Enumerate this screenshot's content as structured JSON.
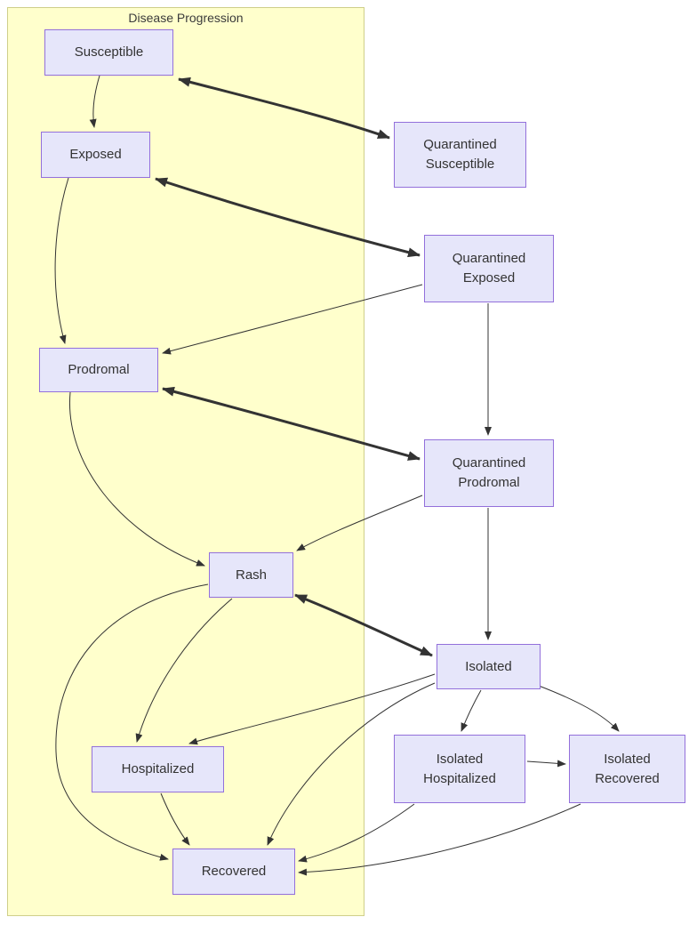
{
  "diagram": {
    "type": "state-transition-diagram",
    "cluster_label": "Disease Progression",
    "nodes": [
      {
        "id": "susceptible",
        "label": "Susceptible"
      },
      {
        "id": "exposed",
        "label": "Exposed"
      },
      {
        "id": "quarantined_susceptible",
        "label": "Quarantined Susceptible"
      },
      {
        "id": "quarantined_exposed",
        "label": "Quarantined Exposed"
      },
      {
        "id": "prodromal",
        "label": "Prodromal"
      },
      {
        "id": "quarantined_prodromal",
        "label": "Quarantined Prodromal"
      },
      {
        "id": "rash",
        "label": "Rash"
      },
      {
        "id": "isolated",
        "label": "Isolated"
      },
      {
        "id": "hospitalized",
        "label": "Hospitalized"
      },
      {
        "id": "isolated_hospitalized",
        "label": "Isolated Hospitalized"
      },
      {
        "id": "isolated_recovered",
        "label": "Isolated Recovered"
      },
      {
        "id": "recovered",
        "label": "Recovered"
      }
    ],
    "edges": [
      {
        "from": "susceptible",
        "to": "exposed",
        "style": "thin",
        "bidirectional": false
      },
      {
        "from": "susceptible",
        "to": "quarantined_susceptible",
        "style": "thick",
        "bidirectional": true
      },
      {
        "from": "exposed",
        "to": "quarantined_exposed",
        "style": "thick",
        "bidirectional": true
      },
      {
        "from": "exposed",
        "to": "prodromal",
        "style": "thin",
        "bidirectional": false
      },
      {
        "from": "quarantined_exposed",
        "to": "prodromal",
        "style": "thin",
        "bidirectional": false
      },
      {
        "from": "quarantined_exposed",
        "to": "quarantined_prodromal",
        "style": "thin",
        "bidirectional": false
      },
      {
        "from": "prodromal",
        "to": "quarantined_prodromal",
        "style": "thick",
        "bidirectional": true
      },
      {
        "from": "prodromal",
        "to": "rash",
        "style": "thin",
        "bidirectional": false
      },
      {
        "from": "quarantined_prodromal",
        "to": "rash",
        "style": "thin",
        "bidirectional": false
      },
      {
        "from": "quarantined_prodromal",
        "to": "isolated",
        "style": "thin",
        "bidirectional": false
      },
      {
        "from": "rash",
        "to": "isolated",
        "style": "thick",
        "bidirectional": true
      },
      {
        "from": "rash",
        "to": "hospitalized",
        "style": "thin",
        "bidirectional": false
      },
      {
        "from": "rash",
        "to": "recovered",
        "style": "thin",
        "bidirectional": false
      },
      {
        "from": "hospitalized",
        "to": "recovered",
        "style": "thin",
        "bidirectional": false
      },
      {
        "from": "isolated",
        "to": "hospitalized",
        "style": "thin",
        "bidirectional": false
      },
      {
        "from": "isolated",
        "to": "recovered",
        "style": "thin",
        "bidirectional": false
      },
      {
        "from": "isolated",
        "to": "isolated_hospitalized",
        "style": "thin",
        "bidirectional": false
      },
      {
        "from": "isolated",
        "to": "isolated_recovered",
        "style": "thin",
        "bidirectional": false
      },
      {
        "from": "isolated_hospitalized",
        "to": "isolated_recovered",
        "style": "thin",
        "bidirectional": false
      },
      {
        "from": "isolated_hospitalized",
        "to": "recovered",
        "style": "thin",
        "bidirectional": false
      },
      {
        "from": "isolated_recovered",
        "to": "recovered",
        "style": "thin",
        "bidirectional": false
      }
    ],
    "colors": {
      "cluster_fill": "#ffffcc",
      "node_fill": "#e6e6fa",
      "node_border": "#9370db",
      "edge": "#333333",
      "text": "#333333"
    }
  }
}
